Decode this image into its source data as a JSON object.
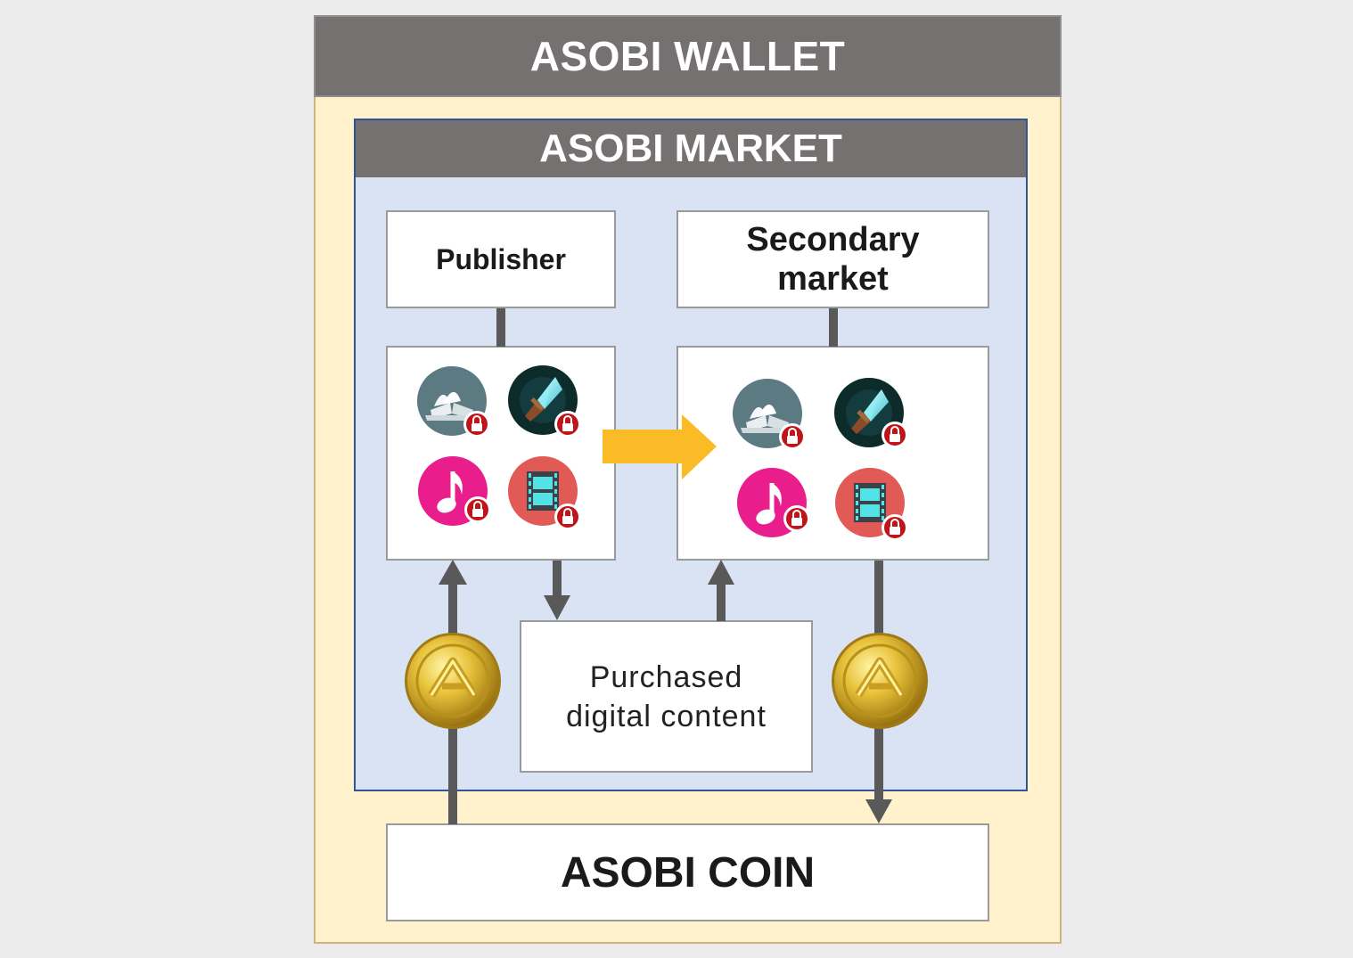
{
  "wallet": {
    "title": "ASOBI WALLET"
  },
  "market": {
    "title": "ASOBI MARKET"
  },
  "publisher": {
    "label": "Publisher"
  },
  "secondary_market": {
    "label_line1": "Secondary",
    "label_line2": "market"
  },
  "purchased": {
    "label_line1": "Purchased",
    "label_line2": "digital content"
  },
  "coin": {
    "label": "ASOBI COIN"
  },
  "content_items": [
    {
      "name": "book-icon",
      "color": "#5b7a82"
    },
    {
      "name": "crystal-sword-icon",
      "color": "#0e2b2b"
    },
    {
      "name": "music-note-icon",
      "color": "#e91e8c"
    },
    {
      "name": "film-icon",
      "color": "#e25a55"
    }
  ],
  "colors": {
    "transfer_arrow": "#fbbb27",
    "flow_arrow": "#595959",
    "lock_badge": "#c0141b"
  }
}
